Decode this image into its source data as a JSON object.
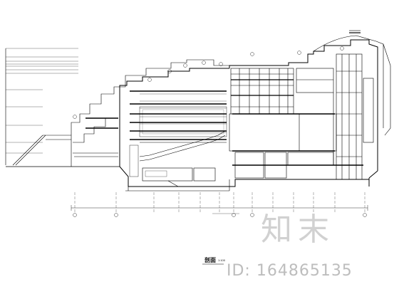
{
  "drawing": {
    "caption": "剖面",
    "scale_note": "1:100",
    "stroke_color": "#000000",
    "background_color": "#ffffff"
  },
  "watermark": {
    "logo_text": "知末",
    "id_text": "ID: 164865135",
    "color": "#c4c4c4"
  }
}
